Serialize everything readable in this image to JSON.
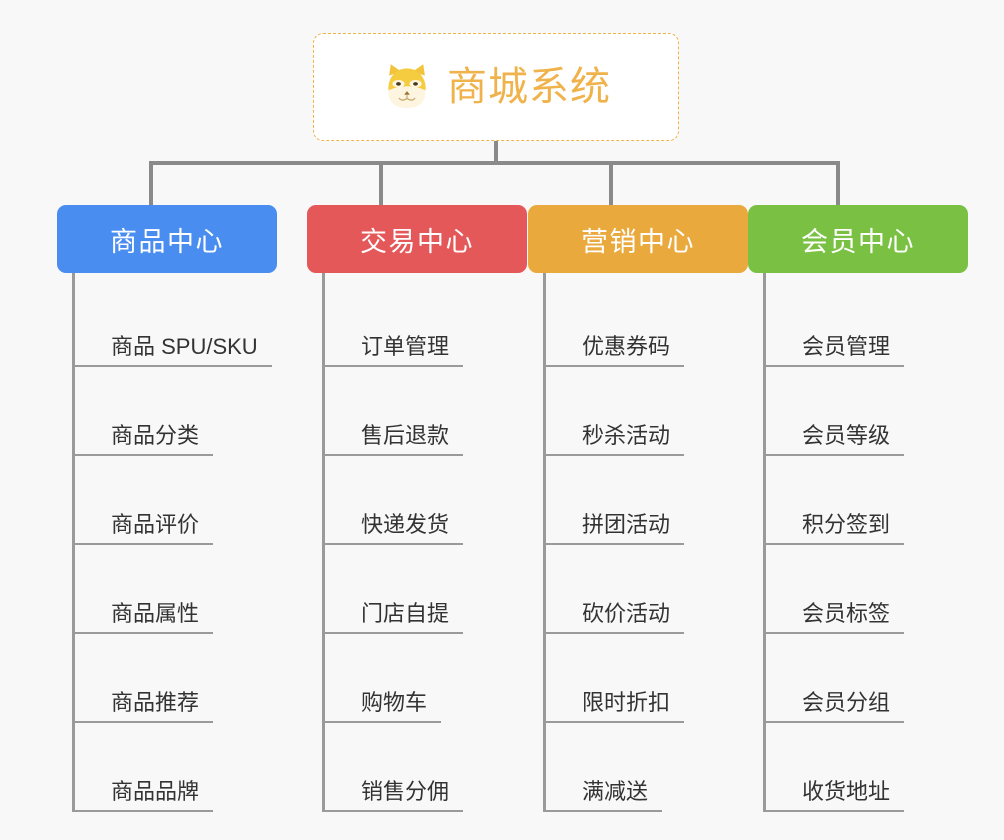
{
  "root": {
    "icon": "shiba-dog-face-icon",
    "title": "商城系统",
    "accent": "#f0b24a",
    "border_style": "dashed"
  },
  "connector_color": "#8a8a8a",
  "background": "#f8f8f8",
  "columns": [
    {
      "id": "product-center",
      "label": "商品中心",
      "color": "#4a8df0",
      "items": [
        "商品 SPU/SKU",
        "商品分类",
        "商品评价",
        "商品属性",
        "商品推荐",
        "商品品牌"
      ]
    },
    {
      "id": "trade-center",
      "label": "交易中心",
      "color": "#e4585a",
      "items": [
        "订单管理",
        "售后退款",
        "快递发货",
        "门店自提",
        "购物车",
        "销售分佣"
      ]
    },
    {
      "id": "marketing-center",
      "label": "营销中心",
      "color": "#eaa93c",
      "items": [
        "优惠券码",
        "秒杀活动",
        "拼团活动",
        "砍价活动",
        "限时折扣",
        "满减送"
      ]
    },
    {
      "id": "member-center",
      "label": "会员中心",
      "color": "#7ac143",
      "items": [
        "会员管理",
        "会员等级",
        "积分签到",
        "会员标签",
        "会员分组",
        "收货地址"
      ]
    }
  ]
}
